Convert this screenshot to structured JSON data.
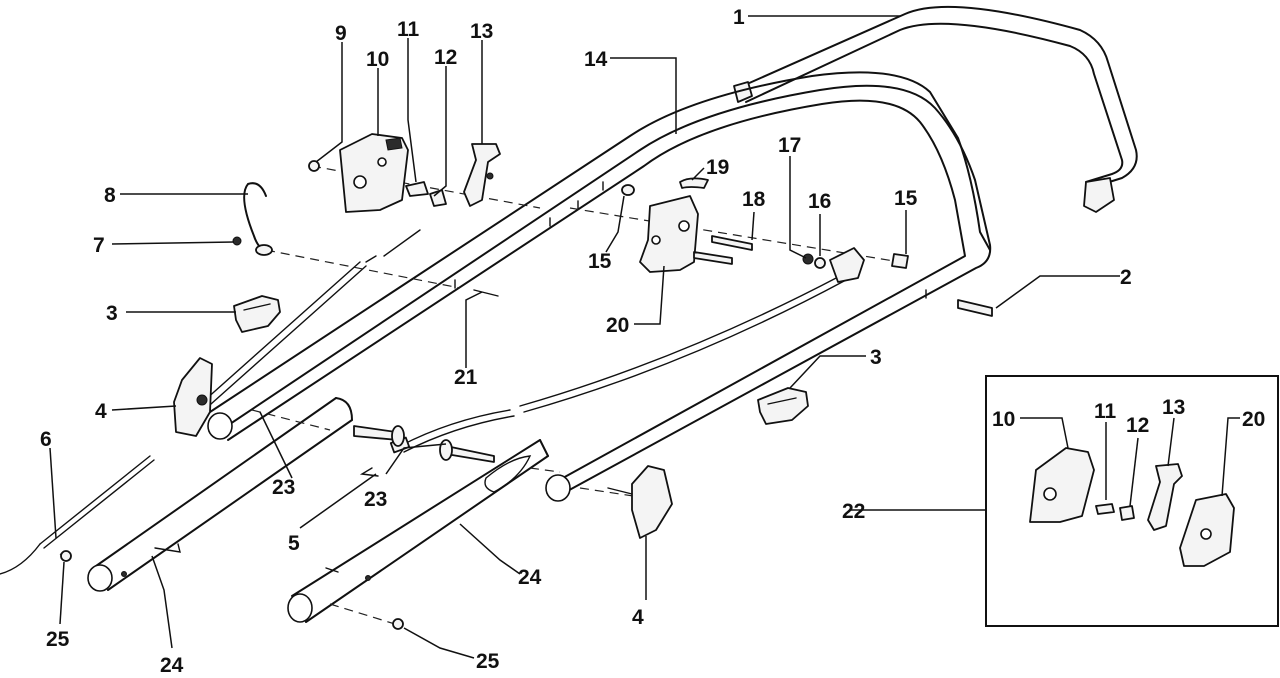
{
  "callouts": {
    "c1": "1",
    "c2": "2",
    "c3a": "3",
    "c3b": "3",
    "c4a": "4",
    "c4b": "4",
    "c5": "5",
    "c6": "6",
    "c7": "7",
    "c8": "8",
    "c9": "9",
    "c10a": "10",
    "c10b": "10",
    "c11a": "11",
    "c11b": "11",
    "c12a": "12",
    "c12b": "12",
    "c13a": "13",
    "c13b": "13",
    "c14": "14",
    "c15a": "15",
    "c15b": "15",
    "c16": "16",
    "c17": "17",
    "c18": "18",
    "c19": "19",
    "c20a": "20",
    "c20b": "20",
    "c21": "21",
    "c22": "22",
    "c23a": "23",
    "c23b": "23",
    "c24a": "24",
    "c24b": "24",
    "c25a": "25",
    "c25b": "25"
  }
}
